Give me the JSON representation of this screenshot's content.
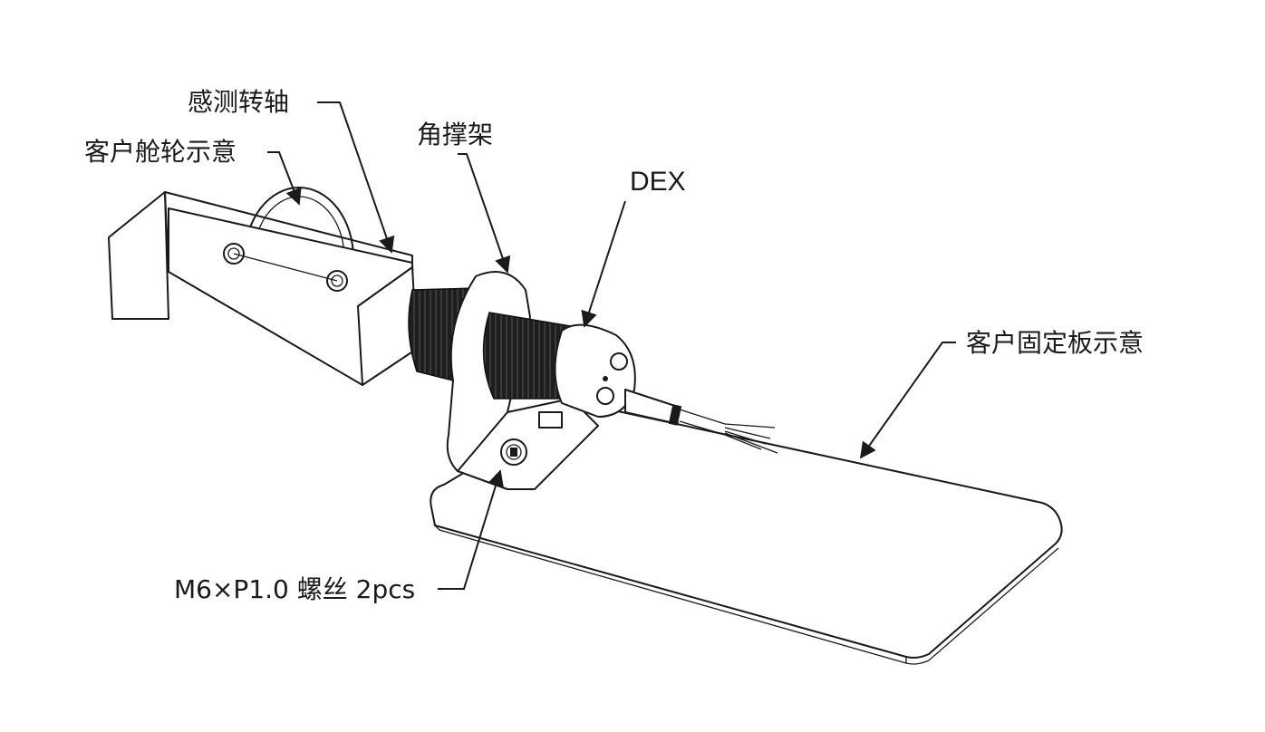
{
  "labels": {
    "sensing_shaft": "感测转轴",
    "customer_wheel": "客户舱轮示意",
    "angle_bracket": "角撑架",
    "sensor": "DEX",
    "customer_plate": "客户固定板示意",
    "screw": "M6×P1.0 螺丝 2pcs"
  },
  "colors": {
    "line": "#1a1a1a",
    "thread": "#1e1e1e",
    "background": "#ffffff"
  }
}
